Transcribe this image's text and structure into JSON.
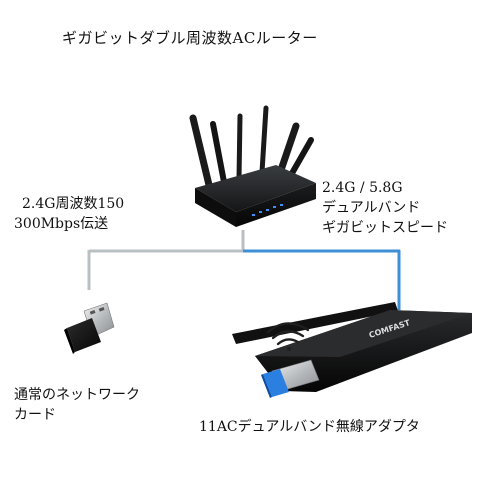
{
  "title": "ギガビットダブル周波数ACルーター",
  "left_band": {
    "line1": "2.4G周波数150",
    "line2": "300Mbps伝送"
  },
  "right_band": {
    "line1": "2.4G / 5.8G",
    "line2": "デュアルバンド",
    "line3": "ギガビットスピード"
  },
  "left_device": {
    "line1": "通常のネットワーク",
    "line2": "カード"
  },
  "right_device": {
    "label": "11ACデュアルバンド無線アダプタ"
  },
  "adapter_brand": "COMFAST",
  "colors": {
    "left_link": "#b9c0c4",
    "right_link": "#3d8fd6",
    "router_led": "#3a90ff",
    "device_body": "#151515"
  }
}
